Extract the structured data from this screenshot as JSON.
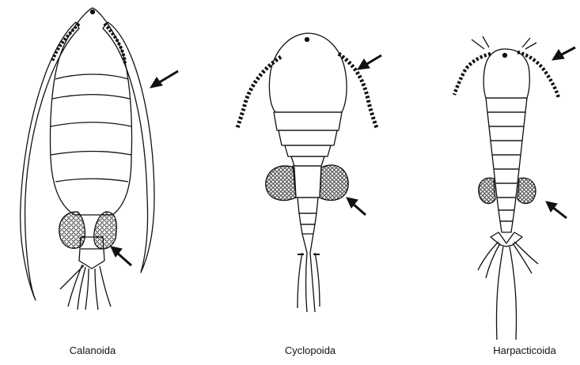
{
  "captions": [
    "Calanoida",
    "Cyclopoida",
    "Harpacticoida"
  ],
  "colors": {
    "ink": "#111111",
    "paper": "#ffffff"
  },
  "icons": [
    "arrow-icon"
  ]
}
